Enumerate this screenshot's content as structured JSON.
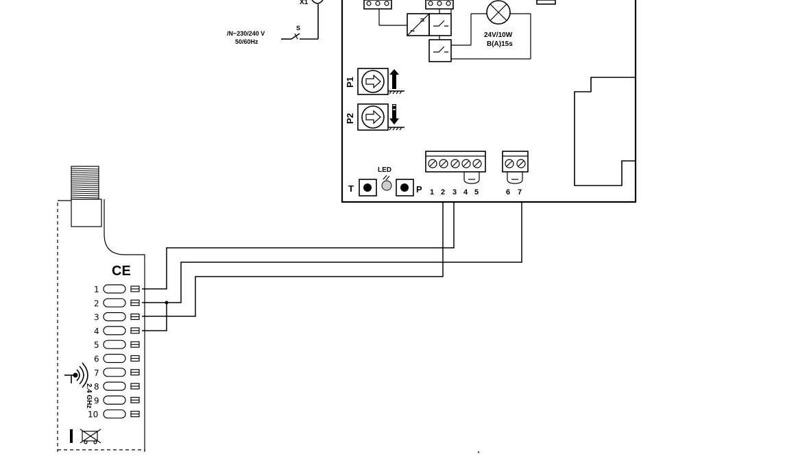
{
  "supply": {
    "x1_label": "X1",
    "voltage_label": "/N~230/240 V",
    "frequency_label": "50/60Hz",
    "switch_label": "S"
  },
  "board": {
    "dc_symbol": "=",
    "ac_symbol": "~",
    "lamp_rating": "24V/10W",
    "lamp_timing": "B(A)15s",
    "p1_label": "P1",
    "p2_label": "P2",
    "t_label": "T",
    "p_label": "P",
    "led_label": "LED",
    "terminals_a": [
      "1",
      "2",
      "3",
      "4",
      "5"
    ],
    "terminals_b": [
      "6",
      "7"
    ]
  },
  "receiver": {
    "ce_mark": "CE",
    "channels": [
      "1",
      "2",
      "3",
      "4",
      "5",
      "6",
      "7",
      "8",
      "9",
      "10"
    ],
    "freq_label": "2.4 GHz"
  }
}
